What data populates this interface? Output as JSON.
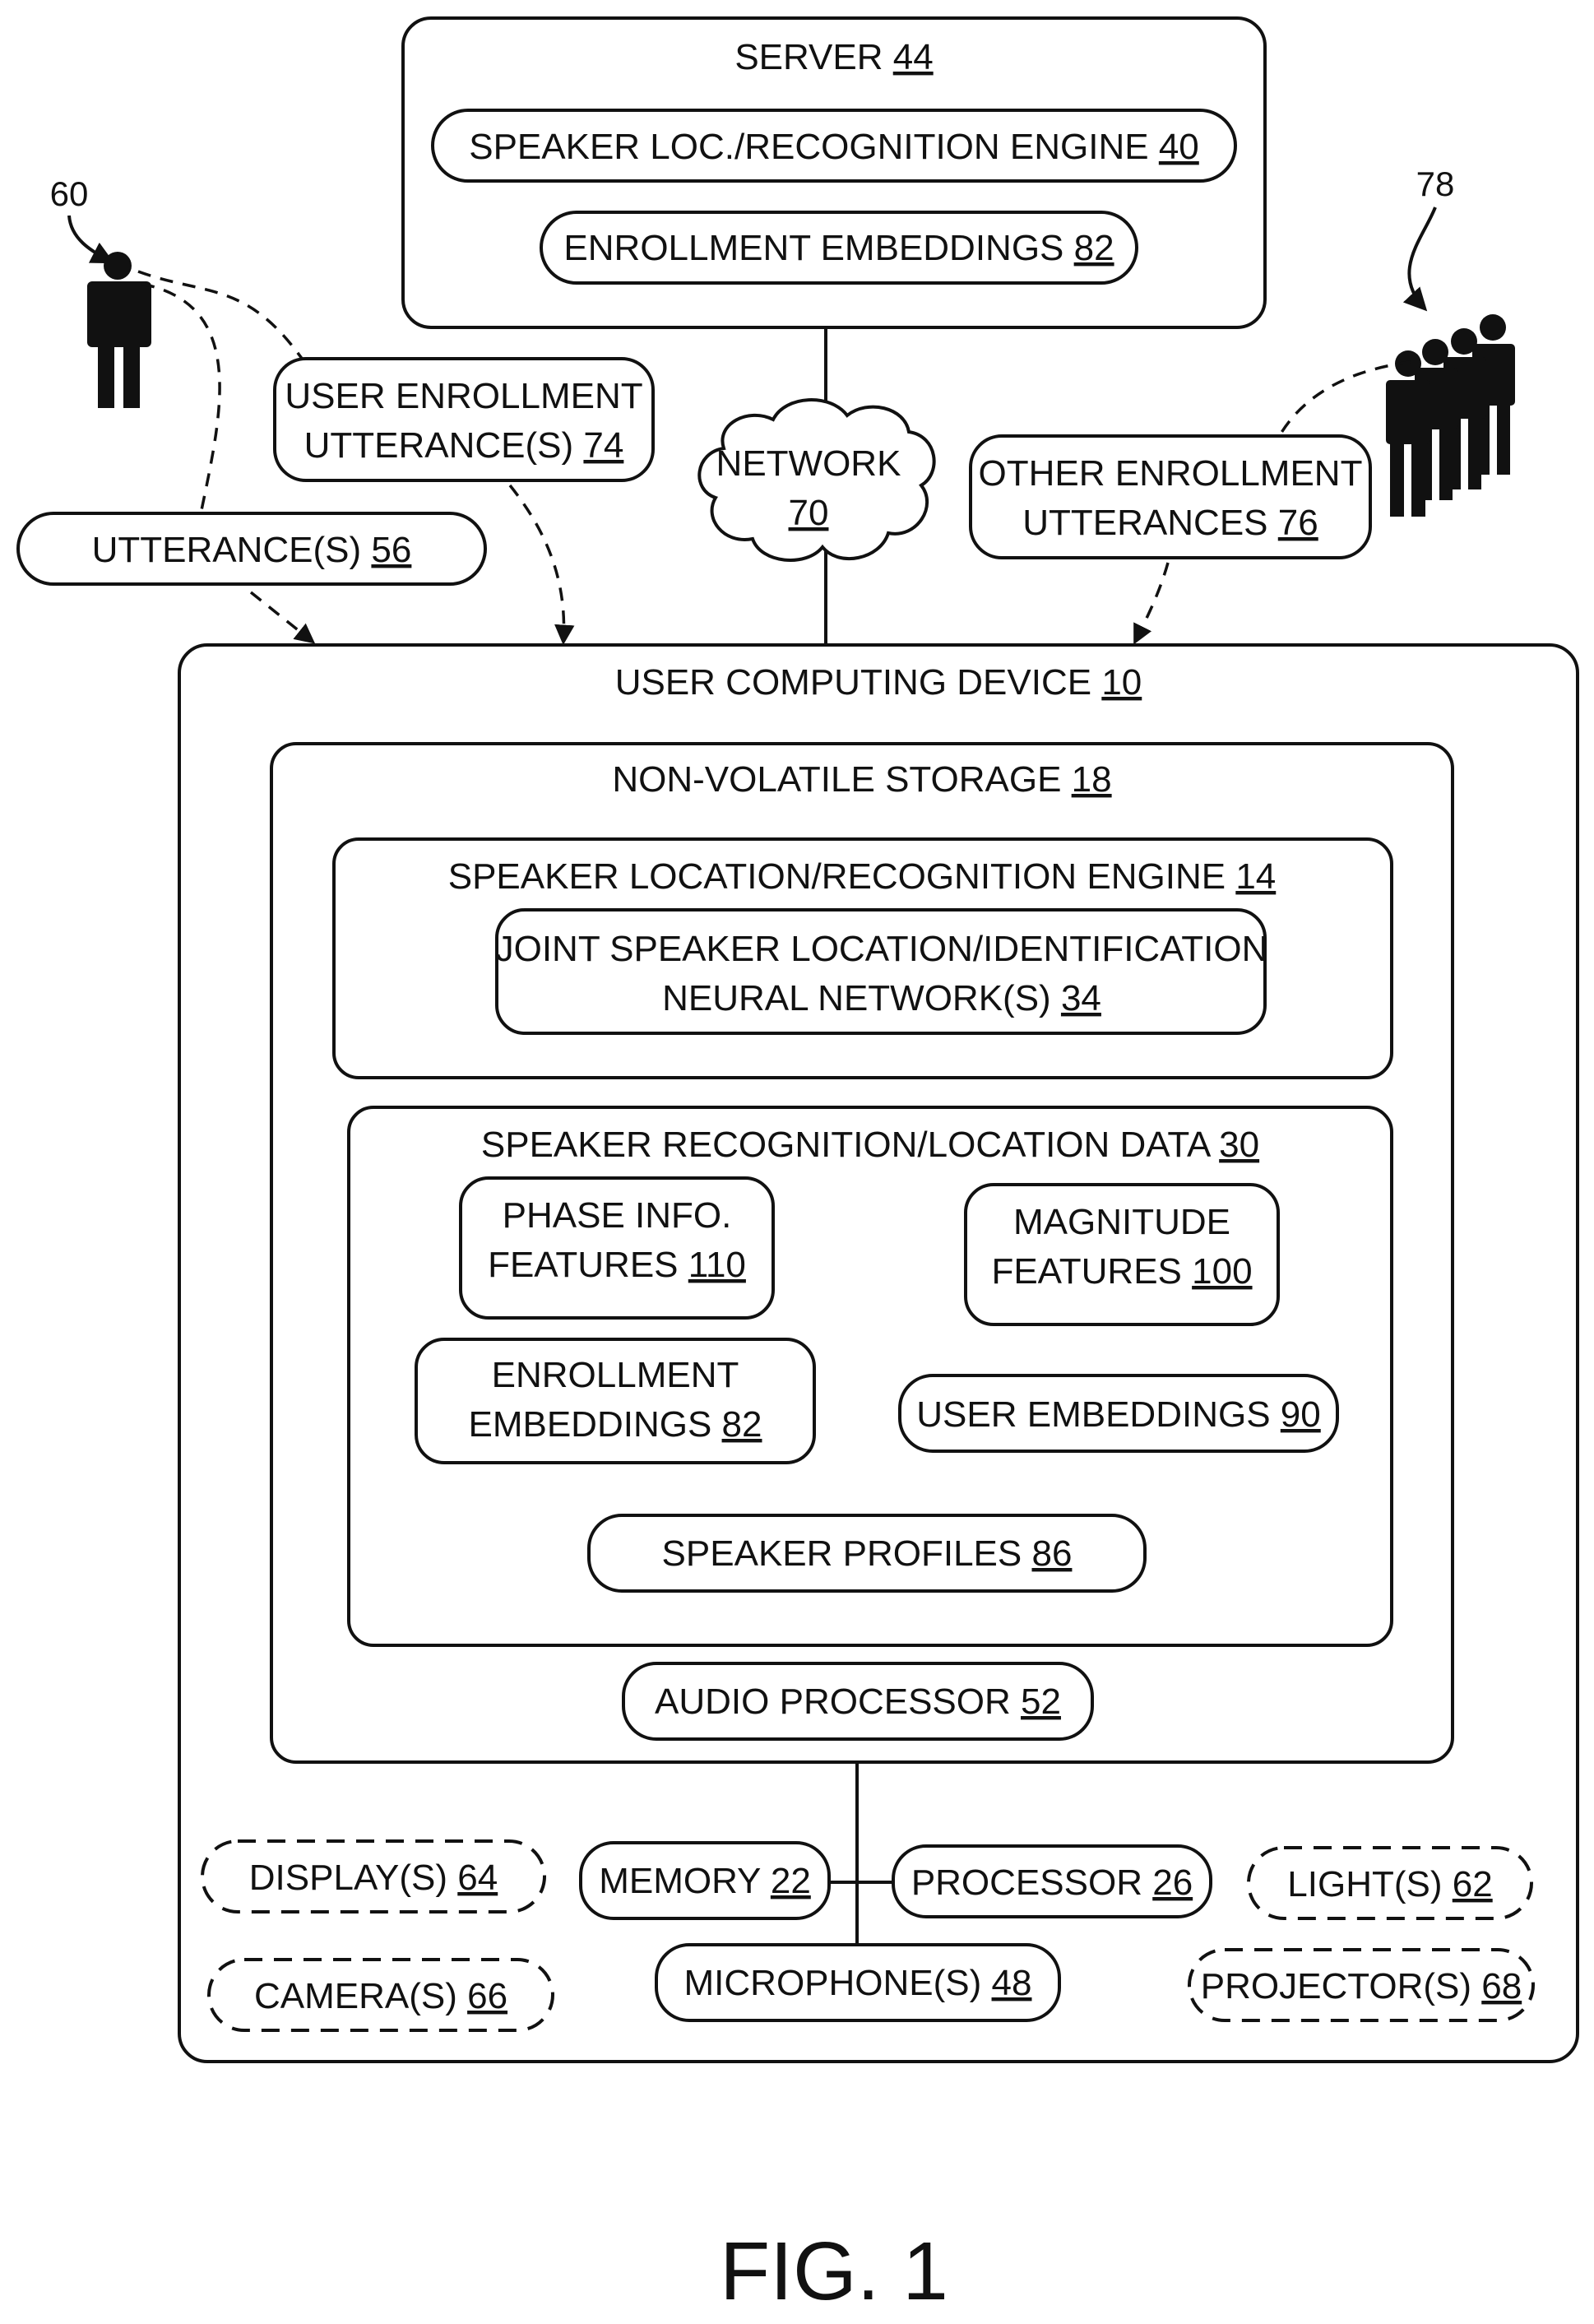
{
  "server": {
    "label": "SERVER",
    "num": "44"
  },
  "server_engine": {
    "label": "SPEAKER  LOC./RECOGNITION ENGINE",
    "num": "40"
  },
  "server_enrollment": {
    "label": "ENROLLMENT EMBEDDINGS",
    "num": "82"
  },
  "network": {
    "label": "NETWORK",
    "num": "70"
  },
  "user_ref": "60",
  "others_ref": "78",
  "user_enrollment_utterances": {
    "line1": "USER ENROLLMENT",
    "line2": "UTTERANCE(S)",
    "num": "74"
  },
  "utterances": {
    "label": "UTTERANCE(S)",
    "num": "56"
  },
  "other_enrollment_utterances": {
    "line1": "OTHER ENROLLMENT",
    "line2": "UTTERANCES",
    "num": "76"
  },
  "user_device": {
    "label": "USER COMPUTING DEVICE",
    "num": "10"
  },
  "storage": {
    "label": "NON-VOLATILE STORAGE",
    "num": "18"
  },
  "device_engine": {
    "label": "SPEAKER LOCATION/RECOGNITION ENGINE",
    "num": "14"
  },
  "neural_network": {
    "line1": "JOINT SPEAKER LOCATION/IDENTIFICATION",
    "line2": "NEURAL NETWORK(S)",
    "num": "34"
  },
  "recognition_data": {
    "label": "SPEAKER RECOGNITION/LOCATION DATA",
    "num": "30"
  },
  "phase_features": {
    "line1": "PHASE INFO.",
    "line2": "FEATURES",
    "num": "110"
  },
  "magnitude_features": {
    "line1": "MAGNITUDE",
    "line2": "FEATURES",
    "num": "100"
  },
  "enrollment_embeddings": {
    "line1": "ENROLLMENT",
    "line2": "EMBEDDINGS",
    "num": "82"
  },
  "user_embeddings": {
    "label": "USER EMBEDDINGS",
    "num": "90"
  },
  "speaker_profiles": {
    "label": "SPEAKER PROFILES",
    "num": "86"
  },
  "audio_processor": {
    "label": "AUDIO PROCESSOR",
    "num": "52"
  },
  "displays": {
    "label": "DISPLAY(S)",
    "num": "64"
  },
  "memory": {
    "label": "MEMORY",
    "num": "22"
  },
  "processor": {
    "label": "PROCESSOR",
    "num": "26"
  },
  "lights": {
    "label": "LIGHT(S)",
    "num": "62"
  },
  "cameras": {
    "label": "CAMERA(S)",
    "num": "66"
  },
  "microphones": {
    "label": "MICROPHONE(S)",
    "num": "48"
  },
  "projectors": {
    "label": "PROJECTOR(S)",
    "num": "68"
  },
  "figure_caption": "FIG. 1"
}
